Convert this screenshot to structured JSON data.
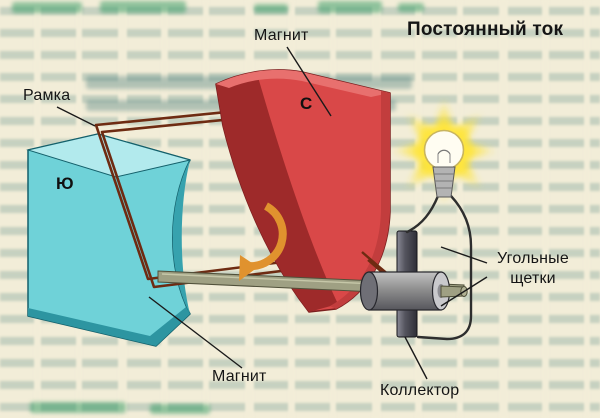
{
  "title": "Постоянный ток",
  "diagram": {
    "labels": {
      "magnet_top": "Магнит",
      "frame": "Рамка",
      "pole_south": "Ю",
      "pole_north": "С",
      "brushes_line1": "Угольные",
      "brushes_line2": "щетки",
      "magnet_bottom": "Магнит",
      "collector": "Коллектор"
    },
    "colors": {
      "paper": "#f2edd8",
      "south_magnet_front": "#6fd2d8",
      "north_magnet_front": "#d94848",
      "wire": "#6e2b12",
      "shaft": "#9fa083",
      "rotation_arrow": "#e0922e",
      "bulb_glow": "#ffe430"
    }
  }
}
